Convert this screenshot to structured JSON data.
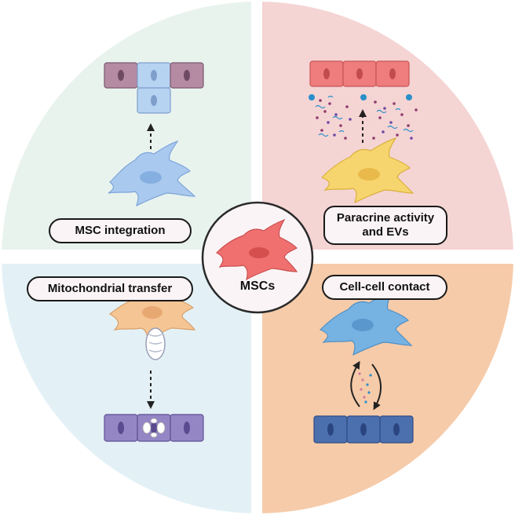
{
  "center": {
    "label": "MSCs"
  },
  "quadrants": [
    {
      "id": "integration",
      "label": "MSC  integration",
      "color": "#e9f3ee"
    },
    {
      "id": "paracrine",
      "label": "Paracrine activity\nand EVs",
      "color": "#f5d4d4"
    },
    {
      "id": "mitochondrial",
      "label": "Mitochondrial transfer",
      "color": "#e3f1f6"
    },
    {
      "id": "contact",
      "label": "Cell-cell contact",
      "color": "#f6cba9"
    }
  ],
  "colors": {
    "msc_red": "#f07070",
    "msc_blue_light": "#a9c9ef",
    "msc_yellow": "#f7d56e",
    "msc_orange": "#f6c594",
    "msc_blue_dark": "#76b3e3",
    "cell_purple": "#b58aa3",
    "cell_blue": "#b7d3f2",
    "cell_red": "#ef7d7d",
    "cell_violet": "#9486c4",
    "cell_navy": "#4c6fae",
    "ev_blue": "#2a8fc9"
  }
}
